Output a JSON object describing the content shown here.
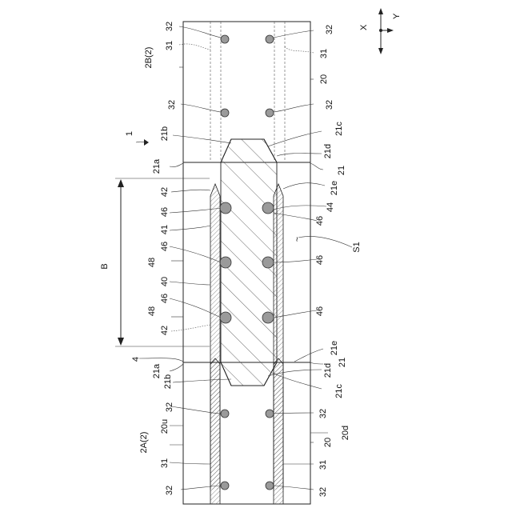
{
  "figure": {
    "fig_ref": "1",
    "axis_x": "X",
    "axis_y": "Y",
    "dimension_b": "B",
    "section": "S1",
    "sym_wave": "~",
    "labels": {
      "l32": "32",
      "l31": "31",
      "l2b2": "2B(2)",
      "l20": "20",
      "l21": "21",
      "l21a": "21a",
      "l21b": "21b",
      "l21c": "21c",
      "l21d": "21d",
      "l21e": "21e",
      "l42": "42",
      "l44": "44",
      "l46": "46",
      "l41": "41",
      "l48": "48",
      "l40": "40",
      "l4": "4",
      "l20u": "20u",
      "l2a2": "2A(2)",
      "l20d": "20d"
    }
  },
  "colors": {
    "hatch": "#555555",
    "bead": "#9a9a9a",
    "line": "#222222"
  }
}
